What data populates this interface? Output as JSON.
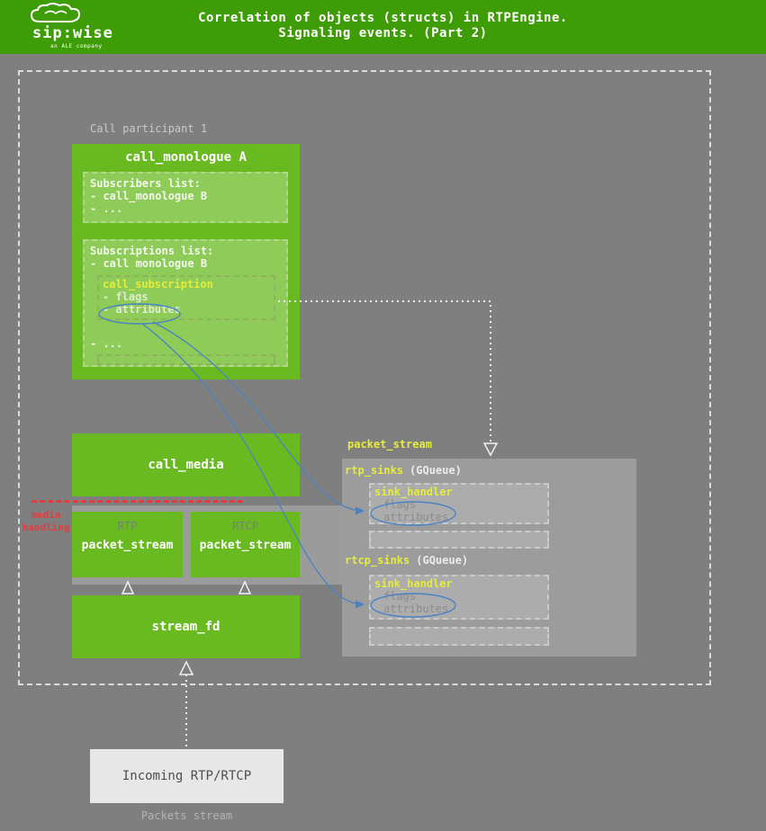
{
  "header": {
    "title_line1": "Correlation of objects (structs) in RTPEngine.",
    "title_line2": "Signaling events. (Part 2)",
    "logo_text": "sip:wise",
    "logo_subtext": "an ALE company"
  },
  "participant": {
    "label": "Call participant 1"
  },
  "monologue": {
    "title": "call_monologue A",
    "subscribers": {
      "title": "Subscribers list:",
      "item1": "- call_monologue B",
      "item2": "- ..."
    },
    "subscriptions": {
      "title": "Subscriptions list:",
      "item1": "- call monologue B",
      "inner": {
        "title": "call_subscription",
        "flags": "- flags",
        "attributes": "- attributes"
      },
      "item2": "- ..."
    }
  },
  "call_media": {
    "title": "call_media"
  },
  "media_handling": {
    "line1": "media",
    "line2": "handling"
  },
  "rtp_stream": {
    "proto": "RTP",
    "title": "packet_stream"
  },
  "rtcp_stream": {
    "proto": "RTCP",
    "title": "packet_stream"
  },
  "stream_fd": {
    "title": "stream_fd"
  },
  "incoming": {
    "title": "Incoming RTP/RTCP",
    "caption": "Packets stream"
  },
  "packet_stream_panel": {
    "label": "packet_stream",
    "rtp_sinks": {
      "name": "rtp_sinks",
      "type": "(GQueue)"
    },
    "rtcp_sinks": {
      "name": "rtcp_sinks",
      "type": "(GQueue)"
    },
    "sink1": {
      "title": "sink_handler",
      "flags": "flags",
      "attributes": "attributes"
    },
    "sink2": {
      "title": "sink_handler",
      "flags": "flags",
      "attributes": "attributes"
    }
  },
  "colors": {
    "header_green": "#3e9d06",
    "box_green": "#68ba20",
    "inner_green": "#8ecb58",
    "background_gray": "#7f7f7f",
    "panel_gray": "#9c9c9c",
    "accent_yellow": "#e5ec3a",
    "accent_red": "#e23d3d",
    "accent_blue": "#4a82c4"
  }
}
